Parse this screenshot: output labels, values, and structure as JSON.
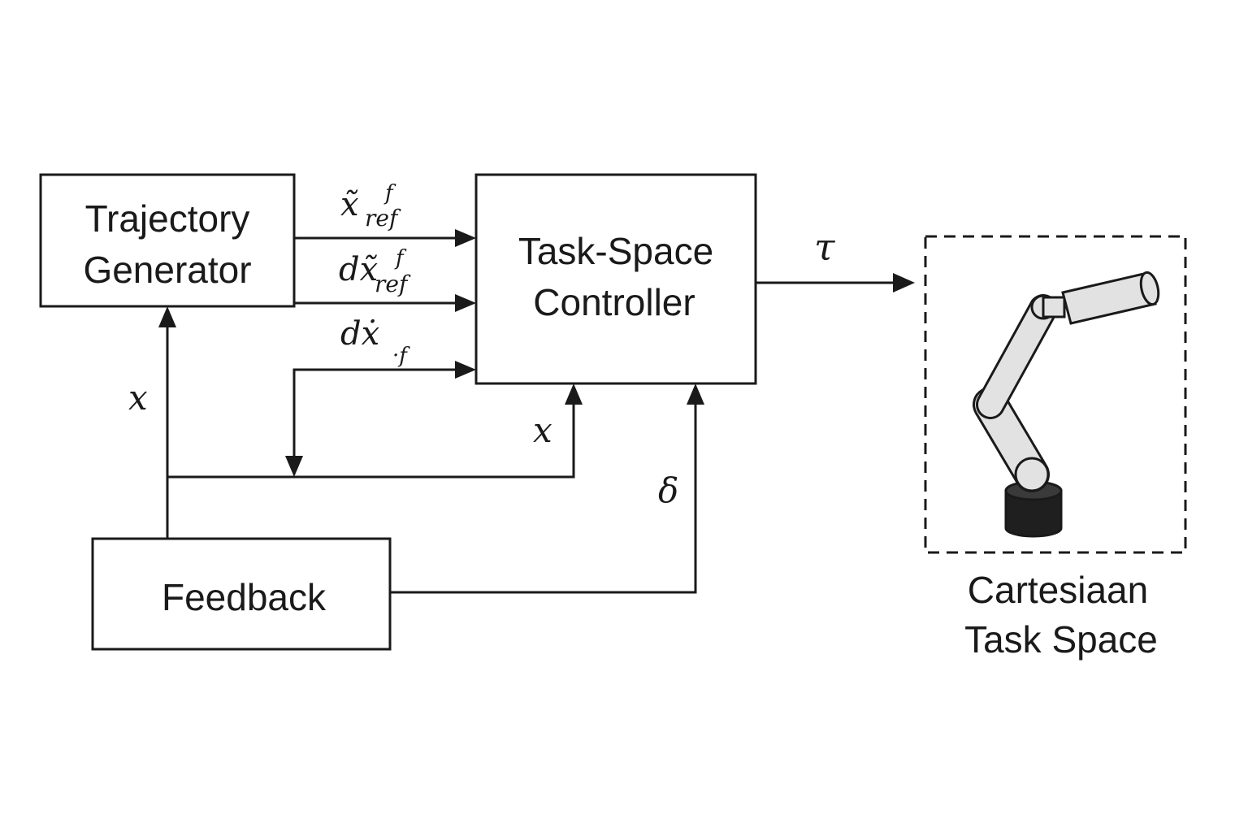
{
  "blocks": {
    "trajectory_generator": [
      "Trajectory",
      "Generator"
    ],
    "task_space_controller": [
      "Task-Space",
      "Controller"
    ],
    "feedback": "Feedback",
    "workspace": [
      "Cartesiaan",
      "Task Space"
    ]
  },
  "signals": {
    "x_ref": {
      "base": "𝑥̃",
      "sup": "f",
      "sub": "ref"
    },
    "dx_ref": {
      "base": "d𝑥̃",
      "sup": "f",
      "sub": "ref"
    },
    "ddx_ref": {
      "base": "d𝑥̇",
      "sub": "·f"
    },
    "x_to_generator": "x",
    "x_to_controller": "x",
    "delta": "δ",
    "tau": "τ"
  },
  "colors": {
    "line": "#1a1a1a",
    "robot_link": "#e2e2e2",
    "robot_base": "#1f1f1f"
  }
}
